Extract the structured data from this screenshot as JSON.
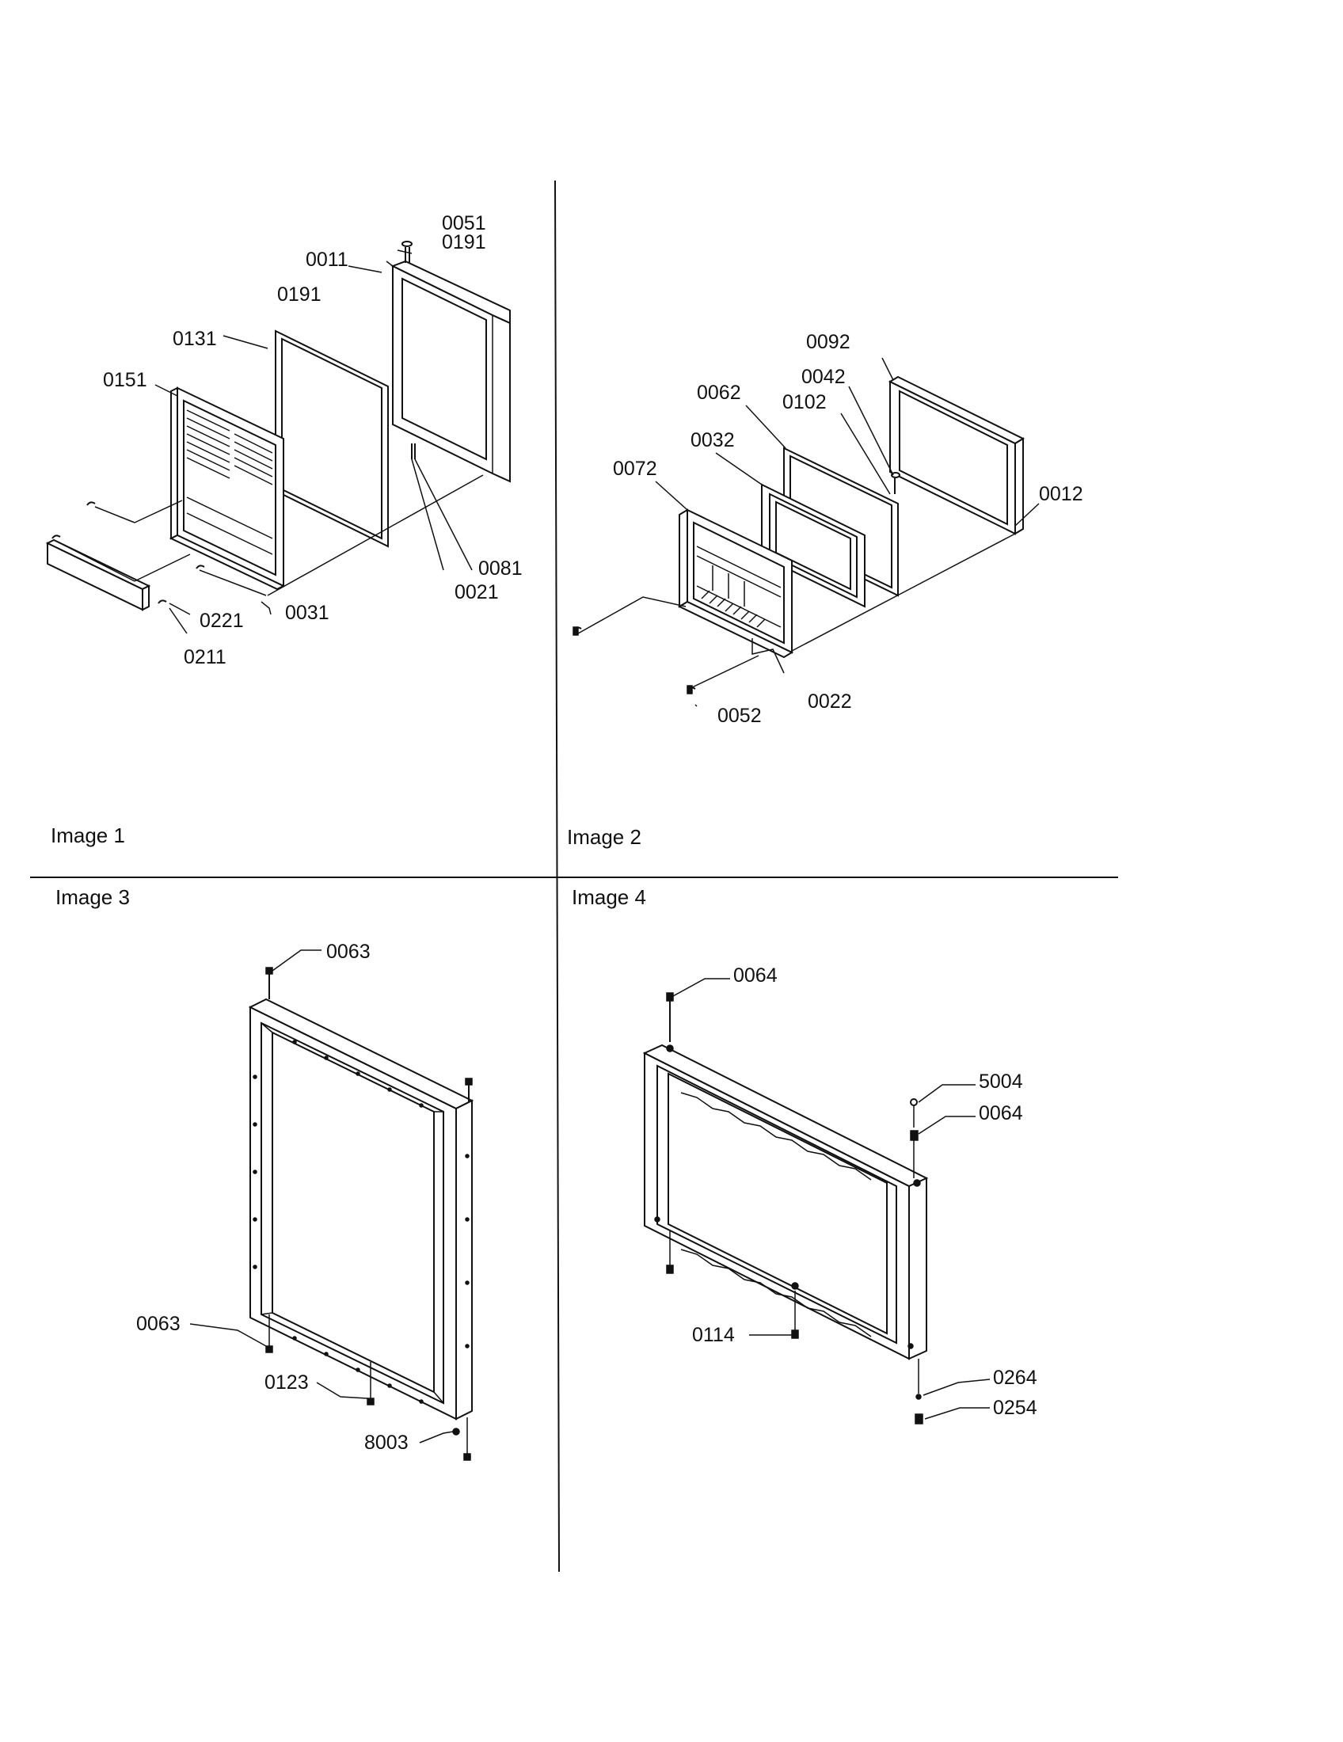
{
  "panels": [
    {
      "caption": "Image 1"
    },
    {
      "caption": "Image 2"
    },
    {
      "caption": "Image 3"
    },
    {
      "caption": "Image 4"
    }
  ],
  "labels": {
    "p1": [
      "0051",
      "0191",
      "0011",
      "0191",
      "0131",
      "0151",
      "0081",
      "0021",
      "0221",
      "0031",
      "0211"
    ],
    "p2": [
      "0092",
      "0062",
      "0042",
      "0102",
      "0032",
      "0072",
      "0012",
      "0022",
      "0052"
    ],
    "p3": [
      "0063",
      "0063",
      "0123",
      "8003"
    ],
    "p4": [
      "0064",
      "5004",
      "0064",
      "0114",
      "0264",
      "0254"
    ]
  }
}
